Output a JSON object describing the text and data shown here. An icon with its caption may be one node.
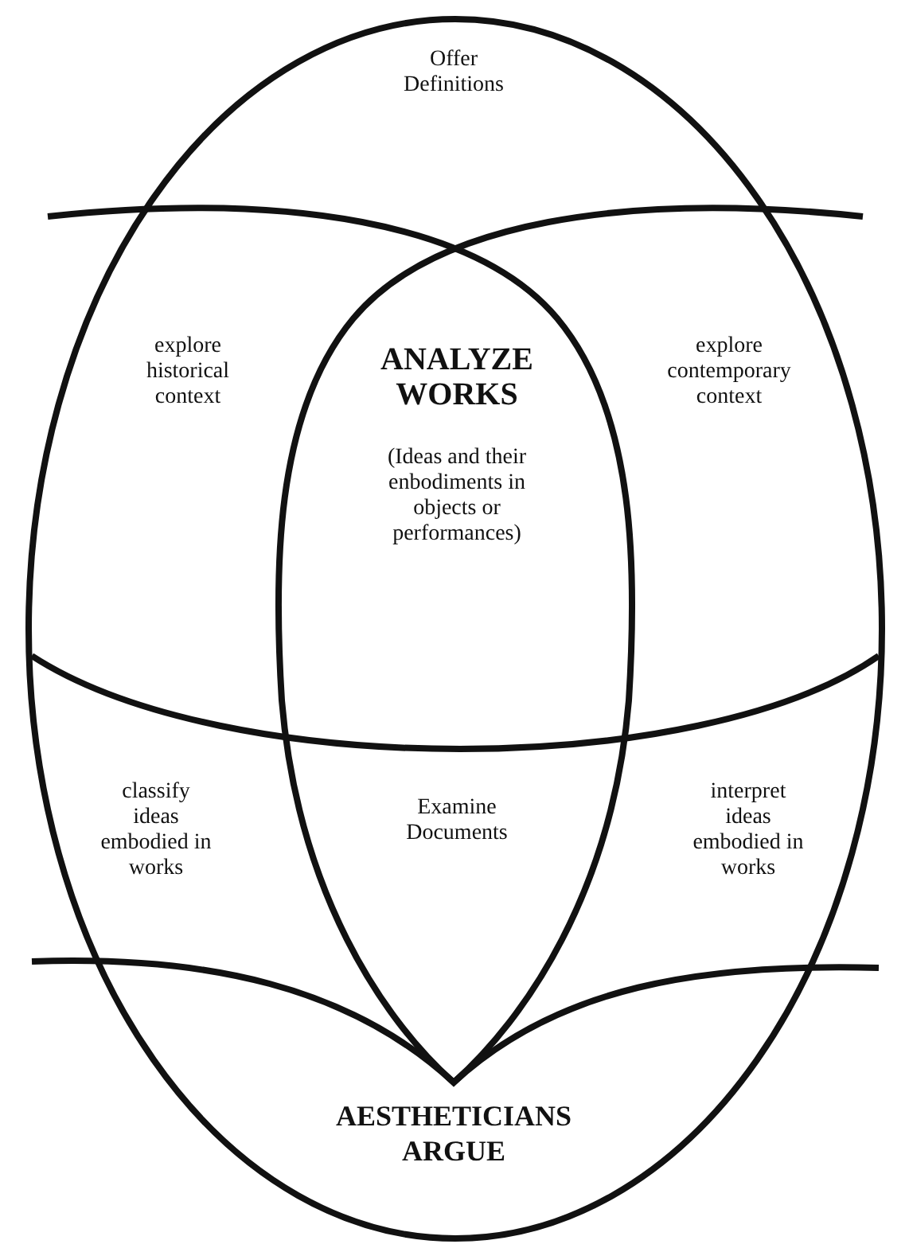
{
  "diagram": {
    "labels": [
      "Offer Definitions",
      "explore historical context",
      "ANALYZE WORKS",
      "explore contemporary context",
      "(Ideas and their enbodiments in objects or performances)",
      "classify ideas embodied in works",
      "Examine Documents",
      "interpret ideas embodied in works",
      "AESTHETICIANS ARGUE"
    ]
  }
}
